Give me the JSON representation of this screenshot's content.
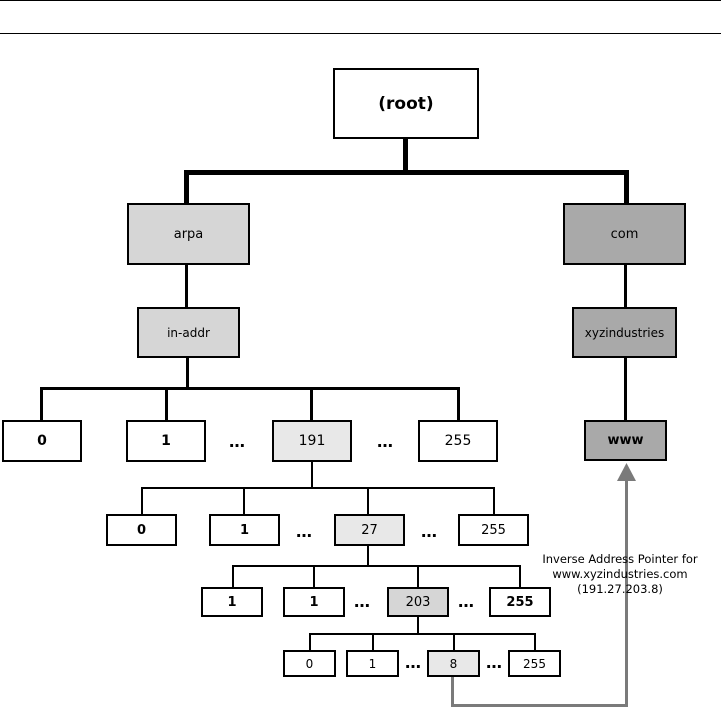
{
  "colors": {
    "white_fill": "#ffffff",
    "light_fill": "#d6d6d6",
    "lighter_fill": "#e8e8e8",
    "dark_fill": "#a9a9a9",
    "arrow": "#7a7a7a"
  },
  "tree": {
    "root": "(root)",
    "arpa": "arpa",
    "com": "com",
    "in_addr": "in-addr",
    "xyzindustries": "xyzindustries",
    "www": "www",
    "level1": [
      "0",
      "1",
      "191",
      "255"
    ],
    "level2": [
      "0",
      "1",
      "27",
      "255"
    ],
    "level3": [
      "1",
      "1",
      "203",
      "255"
    ],
    "level4": [
      "0",
      "1",
      "8",
      "255"
    ],
    "ellipsis": "…"
  },
  "caption": {
    "line1": "Inverse Address Pointer for",
    "line2": "www.xyzindustries.com",
    "line3": "(191.27.203.8)"
  }
}
